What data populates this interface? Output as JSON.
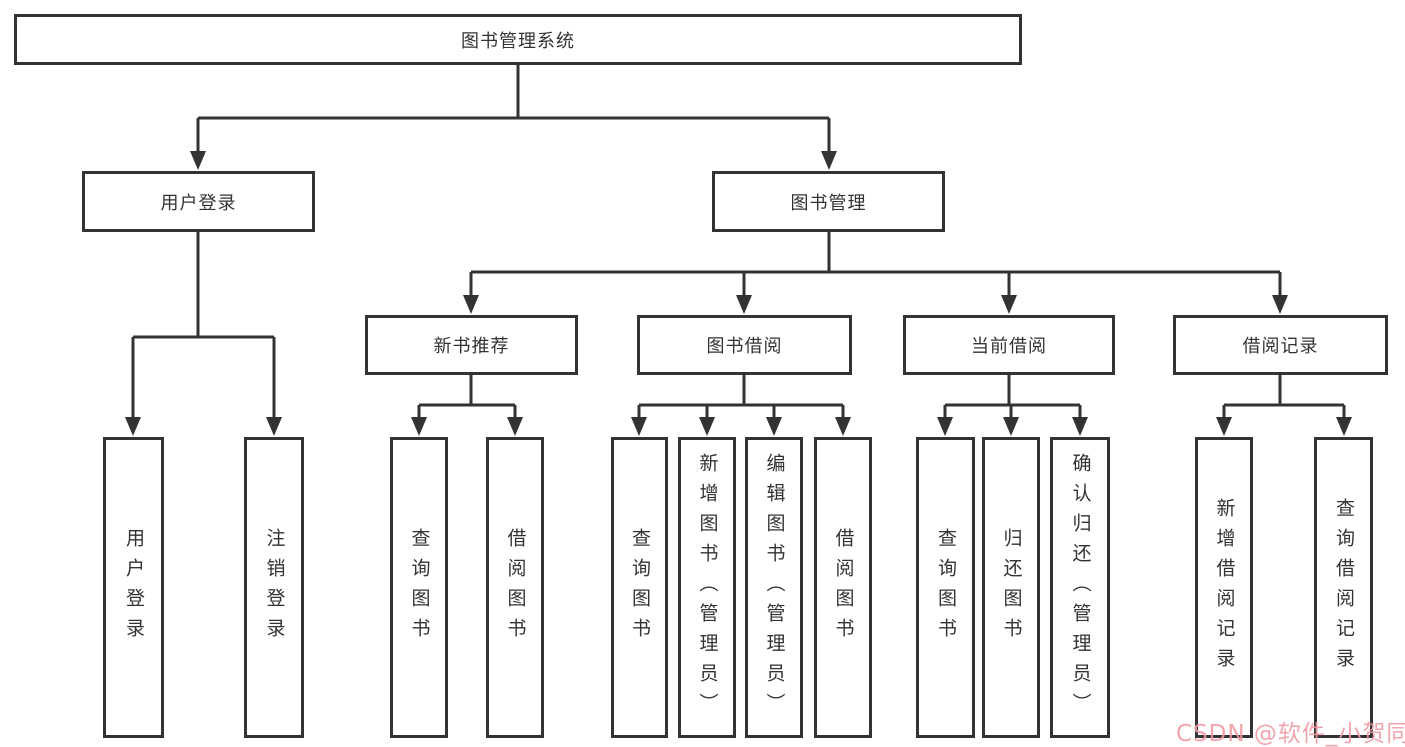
{
  "diagram": {
    "root": {
      "label": "图书管理系统"
    },
    "level2": [
      {
        "label": "用户登录",
        "children": [
          {
            "label": "用户登录"
          },
          {
            "label": "注销登录"
          }
        ]
      },
      {
        "label": "图书管理",
        "children": [
          {
            "label": "新书推荐",
            "children": [
              {
                "label": "查询图书"
              },
              {
                "label": "借阅图书"
              }
            ]
          },
          {
            "label": "图书借阅",
            "children": [
              {
                "label": "查询图书"
              },
              {
                "label": "新增图书（管理员）"
              },
              {
                "label": "编辑图书（管理员）"
              },
              {
                "label": "借阅图书"
              }
            ]
          },
          {
            "label": "当前借阅",
            "children": [
              {
                "label": "查询图书"
              },
              {
                "label": "归还图书"
              },
              {
                "label": "确认归还（管理员）"
              }
            ]
          },
          {
            "label": "借阅记录",
            "children": [
              {
                "label": "新增借阅记录"
              },
              {
                "label": "查询借阅记录"
              }
            ]
          }
        ]
      }
    ]
  },
  "watermark": {
    "text": "CSDN @软件_小贺同学"
  },
  "colors": {
    "line": "#333333",
    "text": "#333333",
    "background": "#ffffff",
    "watermark": "#f19ba4"
  }
}
